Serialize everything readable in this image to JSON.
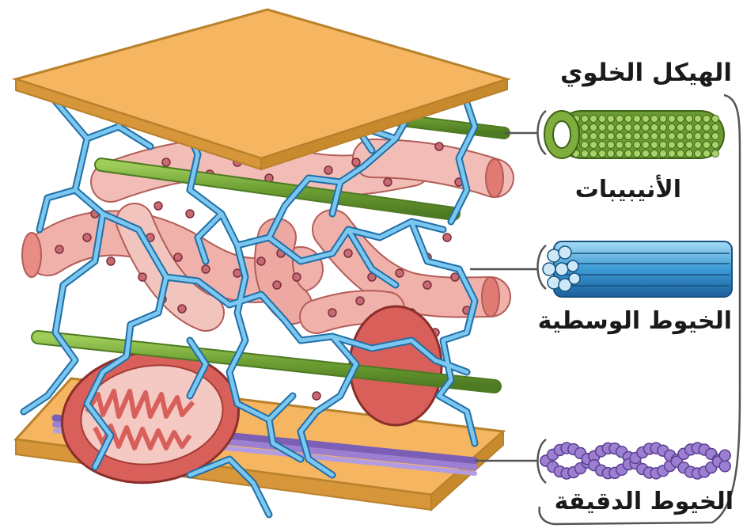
{
  "labels": {
    "title": "الهيكل الخلوي",
    "microtubules": "الأنيبيبات",
    "intermediate_filaments": "الخيوط الوسطية",
    "microfilaments": "الخيوط الدقيقة"
  },
  "colors": {
    "membrane": "#f5b561",
    "membrane_edge": "#c98a2e",
    "microtubule": "#7fae3f",
    "intermediate_filament": "#4aa6d8",
    "microfilament": "#9c7fd0",
    "er": "#eea8a2",
    "mitochondrion": "#d9605a"
  }
}
